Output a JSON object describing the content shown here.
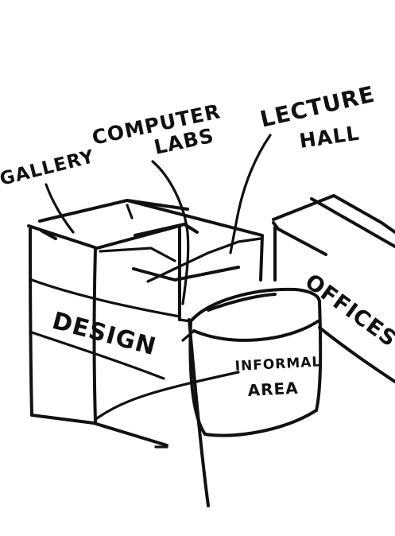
{
  "labels": {
    "gallery": "GALLERY",
    "computer_labs_line1": "COMPUTER",
    "computer_labs_line2": "LABS",
    "lecture_hall_line1": "LECTURE",
    "lecture_hall_line2": "HALL",
    "design": "DESIGN",
    "offices": "OFFICES",
    "informal_area_line1": "INFORMAL",
    "informal_area_line2": "AREA"
  },
  "colors": {
    "ink": "#111111",
    "paper": "#ffffff"
  }
}
